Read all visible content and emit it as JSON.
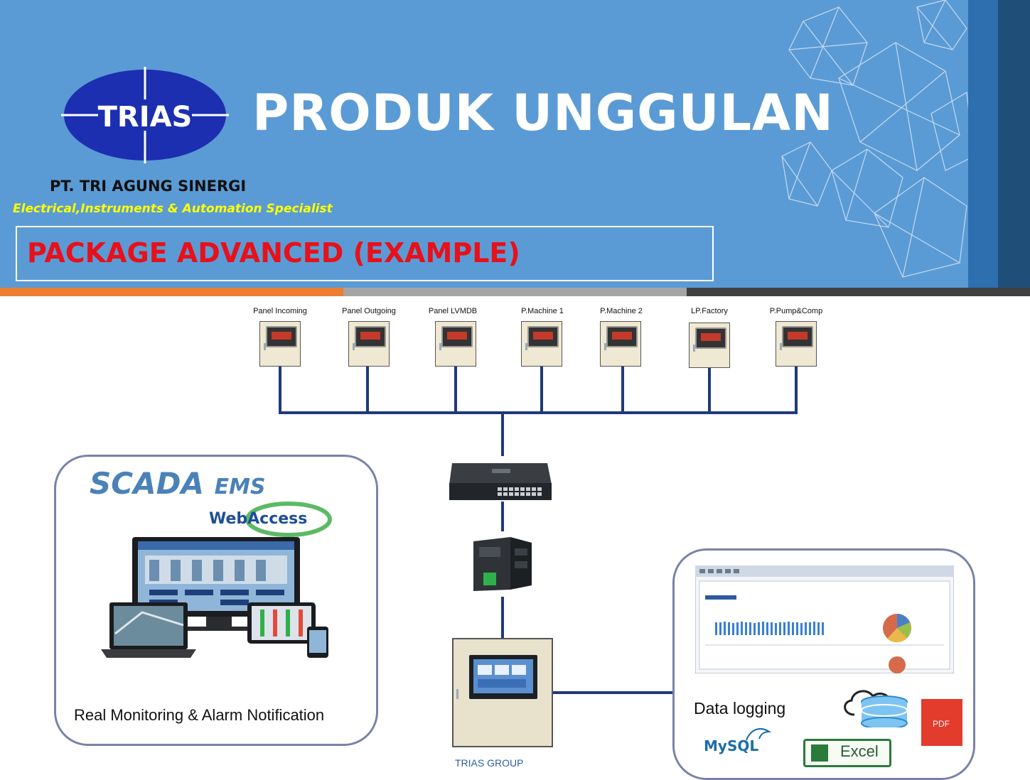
{
  "header": {
    "title": "PRODUK UNGGULAN",
    "logo_text": "TRIAS",
    "company": "PT. TRI AGUNG SINERGI",
    "tagline": "Electrical,Instruments & Automation Specialist",
    "package_label": "PACKAGE ADVANCED (EXAMPLE)"
  },
  "colors": {
    "header_bg": "#5b9bd5",
    "accent_orange": "#ed7d31",
    "accent_gray": "#a5a5a5",
    "accent_dark": "#404040",
    "package_red": "#e8101a",
    "line_blue": "#1f3a7a"
  },
  "panels": [
    {
      "label": "Panel Incoming"
    },
    {
      "label": "Panel Outgoing"
    },
    {
      "label": "Panel LVMDB"
    },
    {
      "label": "P.Machine 1"
    },
    {
      "label": "P.Machine 2"
    },
    {
      "label": "LP.Factory"
    },
    {
      "label": "P.Pump&Comp"
    }
  ],
  "scada": {
    "title": "SCADA",
    "title_suffix": "EMS",
    "product": "WebAccess",
    "caption": "Real  Monitoring & Alarm Notification"
  },
  "datalog": {
    "title": "Data logging",
    "mysql": "MySQL",
    "excel": "Excel",
    "pdf": "PDF"
  },
  "hmi_label": "TRIAS GROUP",
  "icons": [
    "network-switch-icon",
    "plc-icon",
    "cloud-database-icon",
    "pdf-file-icon",
    "excel-icon",
    "mysql-logo"
  ]
}
